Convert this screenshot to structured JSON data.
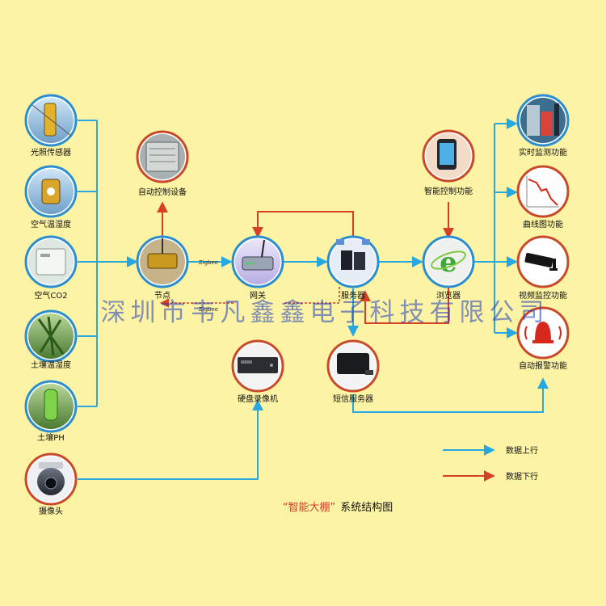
{
  "nodes": {
    "light_sensor": "光照传感器",
    "air_temp_humidity": "空气温湿度",
    "air_co2": "空气CO2",
    "soil_temp_humidity": "土壤温湿度",
    "soil_ph": "土壤PH",
    "camera": "摄像头",
    "auto_control_device": "自动控制设备",
    "node": "节点",
    "gateway": "网关",
    "server": "服务器",
    "browser": "浏览器",
    "smart_control": "智能控制功能",
    "dvr": "硬盘录像机",
    "sms_server": "短信服务器",
    "realtime_monitor": "实时监测功能",
    "curve_chart": "曲线图功能",
    "video_monitor": "视频监控功能",
    "auto_alarm": "自动报警功能"
  },
  "link_labels": {
    "zigbee_up": "Zigbee",
    "zigbee_down": "Zigbee"
  },
  "legend": {
    "data_up": "数据上行",
    "data_down": "数据下行"
  },
  "title": {
    "open_quote": "“",
    "main": "智能大棚",
    "close_quote": "”",
    "rest": "系统结构图"
  },
  "watermark": "深圳市韦凡鑫鑫电子科技有限公司",
  "colors": {
    "background": "#fcf3a4",
    "data_up": "#27a8e0",
    "data_down": "#d64027"
  }
}
